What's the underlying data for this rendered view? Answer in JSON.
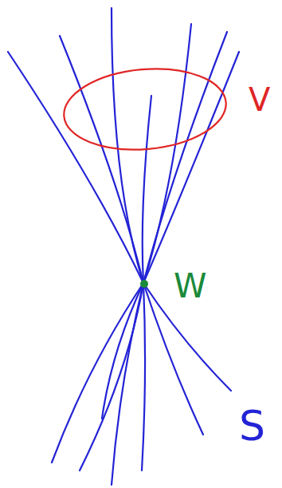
{
  "diagram": {
    "labels": [
      "V",
      "W",
      "S"
    ]
  }
}
